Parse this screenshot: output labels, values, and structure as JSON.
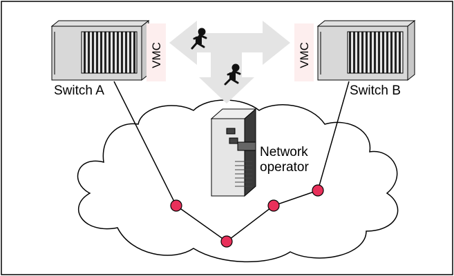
{
  "diagram": {
    "switch_a": {
      "label": "Switch A",
      "vmc": "VMC"
    },
    "switch_b": {
      "label": "Switch B",
      "vmc": "VMC"
    },
    "operator": {
      "line1": "Network",
      "line2": "operator"
    },
    "colors": {
      "frame": "#000000",
      "arrow": "#e4e4e4",
      "vmc_bg": "#fdeeee",
      "node_fill": "#e8305a",
      "server_body": "#e8e8e8",
      "server_dark": "#2a2a2a"
    },
    "icons": [
      "switch-rack-icon",
      "running-agent-icon",
      "server-tower-icon"
    ]
  }
}
